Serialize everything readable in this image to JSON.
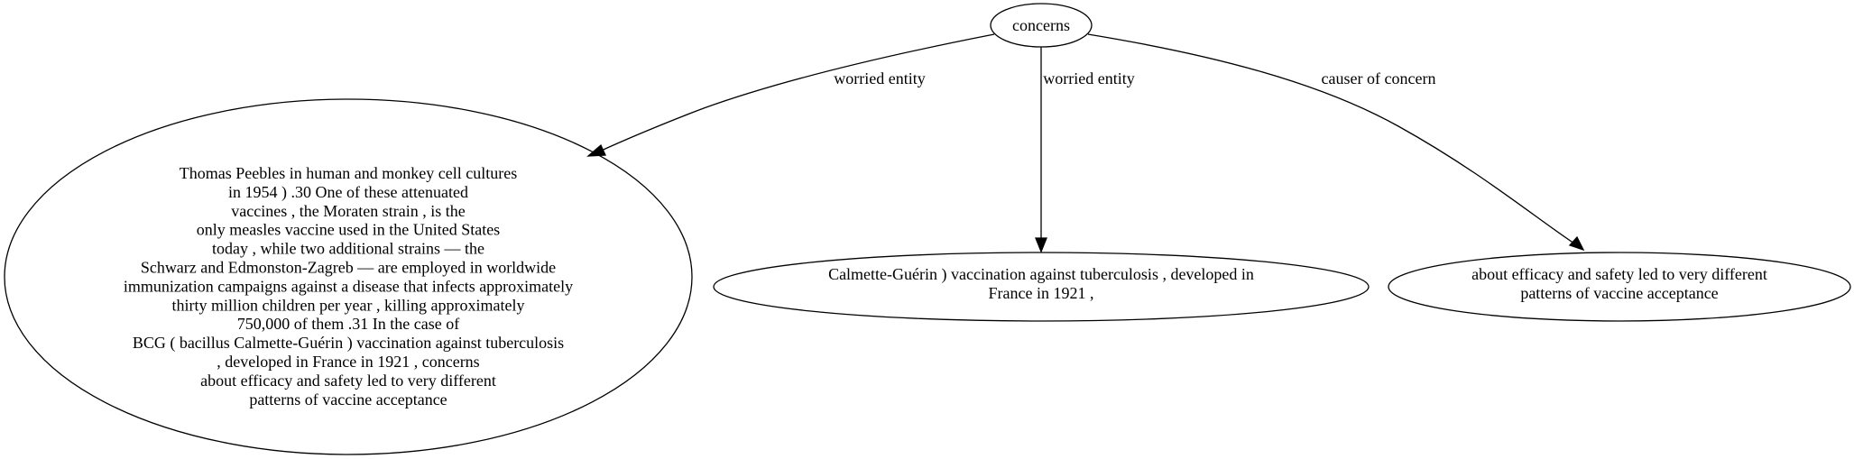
{
  "graph": {
    "nodes": {
      "root": {
        "label": "concerns"
      },
      "left": {
        "lines": [
          "Thomas Peebles in human and monkey cell cultures",
          "in 1954 ) .30 One of these attenuated",
          "vaccines , the Moraten strain , is the",
          "only measles vaccine used in the United States",
          "today , while two additional strains — the",
          "Schwarz and Edmonston-Zagreb — are employed in worldwide",
          "immunization campaigns against a disease that infects approximately",
          "thirty million children per year , killing approximately",
          "750,000 of them .31 In the case of",
          "BCG ( bacillus Calmette-Guérin ) vaccination against tuberculosis",
          ", developed in France in 1921 , concerns",
          "about efficacy and safety led to very different",
          "patterns of vaccine acceptance"
        ]
      },
      "middle": {
        "lines": [
          "Calmette-Guérin ) vaccination against tuberculosis , developed in",
          "France in 1921 ,"
        ]
      },
      "right": {
        "lines": [
          "about efficacy and safety led to very different",
          "patterns of vaccine acceptance"
        ]
      }
    },
    "edges": {
      "to_left": {
        "label": "worried entity"
      },
      "to_middle": {
        "label": "worried entity"
      },
      "to_right": {
        "label": "causer of concern"
      }
    }
  }
}
